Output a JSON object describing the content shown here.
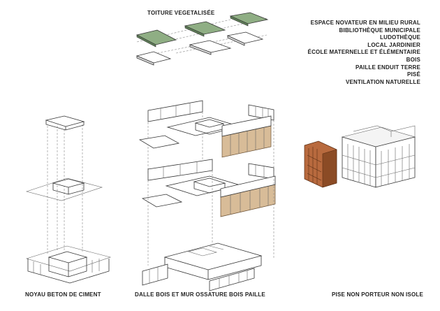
{
  "labels": {
    "roof": "TOITURE VEGETALISÉE",
    "core": "NOYAU BETON DE CIMENT",
    "structure": "DALLE BOIS ET MUR OSSATURE BOIS PAILLE",
    "facade": "PISE NON PORTEUR NON ISOLE"
  },
  "legend": [
    "ESPACE NOVATEUR  EN MILIEU RURAL",
    "BIBLIOTHÈQUE MUNICIPALE",
    "LUDOTHÈQUE",
    "LOCAL JARDINIER",
    "ÉCOLE MATERNELLE ET ÉLÉMENTAIRE",
    "BOIS",
    "PAILLE ENDUIT TERRE",
    "PISÉ",
    "VENTILATION NATURELLE"
  ],
  "colors": {
    "green_roof": "#8fae84",
    "wood_panel": "#d8bc98",
    "rammed_earth": "#b86a3e",
    "lines": "#333333"
  }
}
